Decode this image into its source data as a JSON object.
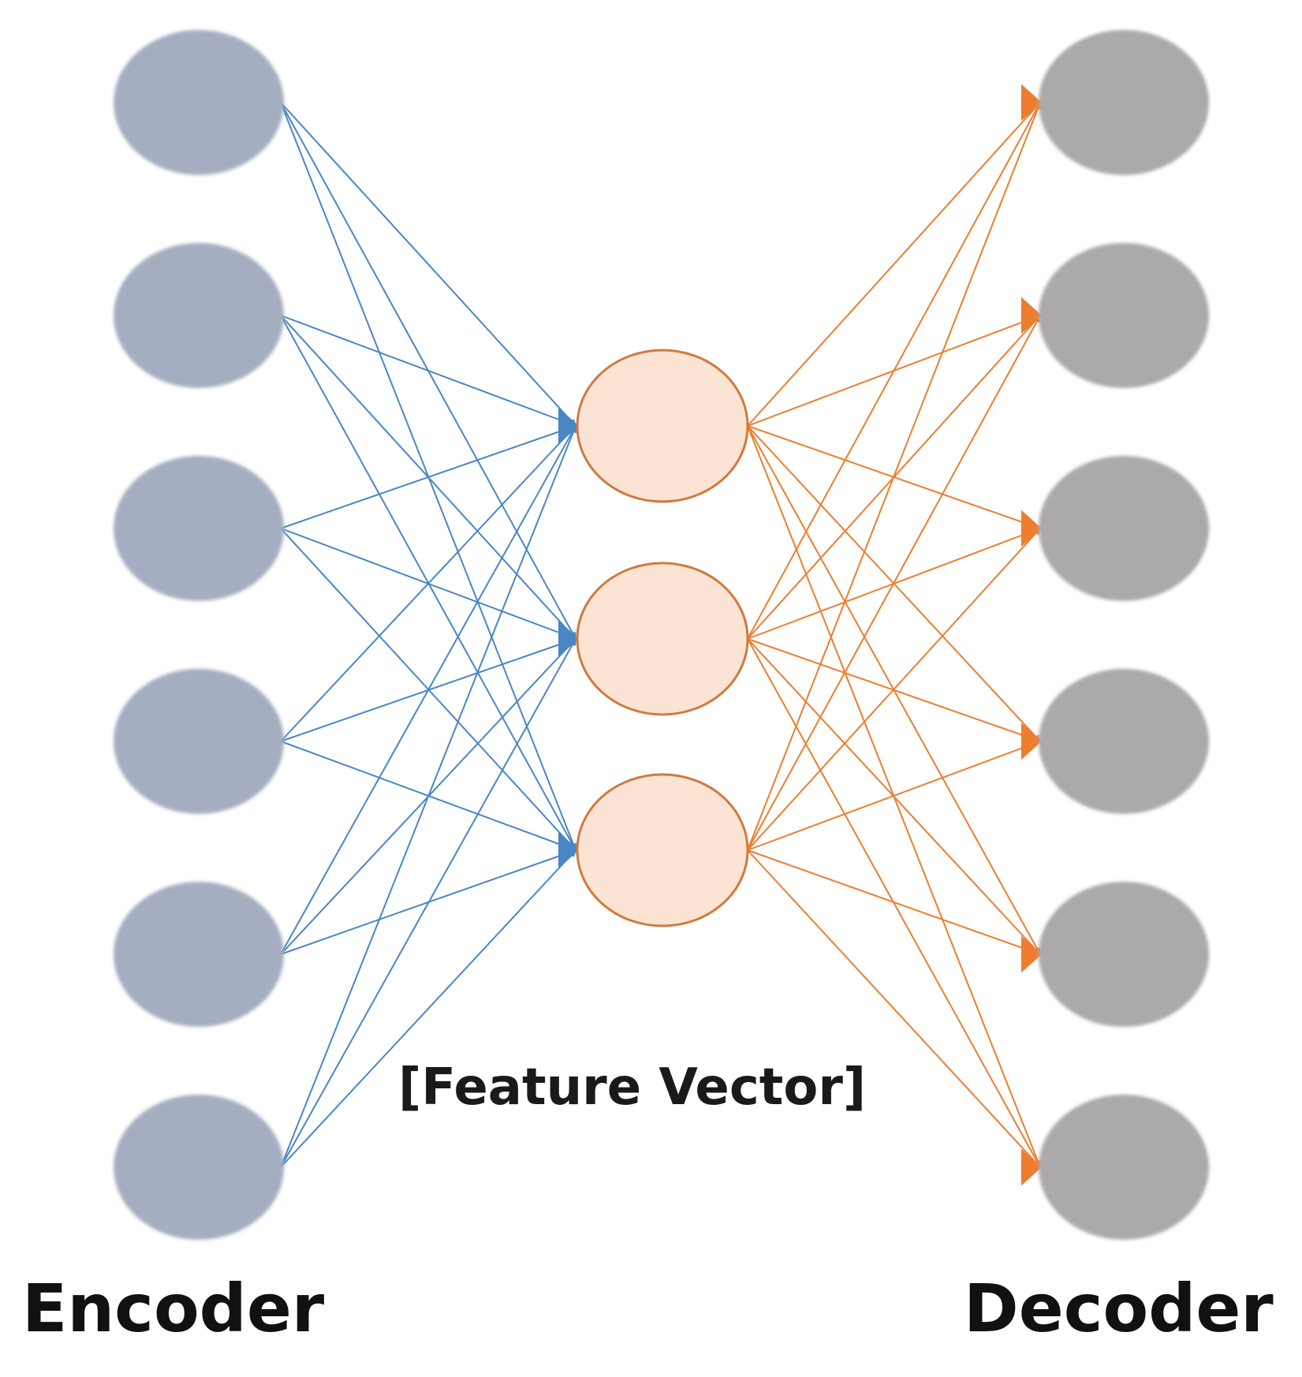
{
  "diagram": {
    "feature_label": "[Feature Vector]",
    "encoder_label": "Encoder",
    "decoder_label": "Decoder",
    "layers": {
      "encoder_inputs": 6,
      "feature_vector": 3,
      "decoder_outputs": 6
    },
    "connections": "fully-connected",
    "colors": {
      "encoder_node": "#a5aec0",
      "feature_node_fill": "#fbe4d4",
      "feature_node_stroke": "#d07a3e",
      "decoder_node": "#aba9aa",
      "encoder_edges": "#4a86c5",
      "decoder_edges": "#ee7d2f"
    }
  }
}
